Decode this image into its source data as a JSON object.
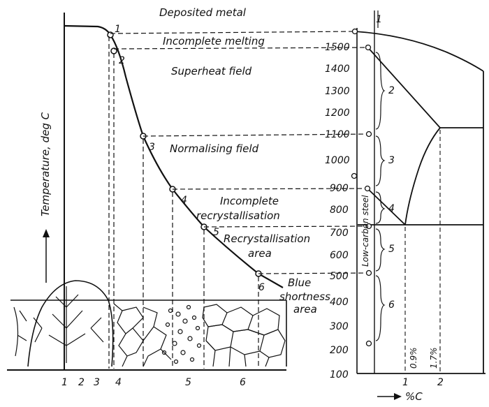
{
  "labels": {
    "deposited_metal": "Deposited metal",
    "incomplete_melting": "Incomplete melting",
    "superheat_field": "Superheat field",
    "normalising_field": "Normalising field",
    "incomplete_recryst_1": "Incomplete",
    "incomplete_recryst_2": "recrystallisation",
    "recryst_area_1": "Recrystallisation",
    "recryst_area_2": "area",
    "blue_shortness_1": "Blue",
    "blue_shortness_2": "shortness",
    "blue_shortness_3": "area",
    "y_axis": "Temperature, deg C",
    "x_axis": "%C",
    "steel": "Low-carbon steel",
    "pct_09": "0.9%",
    "pct_17": "1.7%"
  },
  "curve_points": [
    "1",
    "2",
    "3",
    "4",
    "5",
    "6"
  ],
  "zone_numbers_bottom": [
    "1",
    "2",
    "3",
    "4",
    "5",
    "6"
  ],
  "zone_numbers_right": [
    "1",
    "2",
    "3",
    "4",
    "5",
    "6"
  ],
  "temperature_ticks": [
    "1500",
    "1400",
    "1300",
    "1200",
    "1100",
    "1000",
    "900",
    "800",
    "700",
    "600",
    "500",
    "400",
    "300",
    "200",
    "100"
  ],
  "carbon_ticks": [
    "1",
    "2"
  ]
}
